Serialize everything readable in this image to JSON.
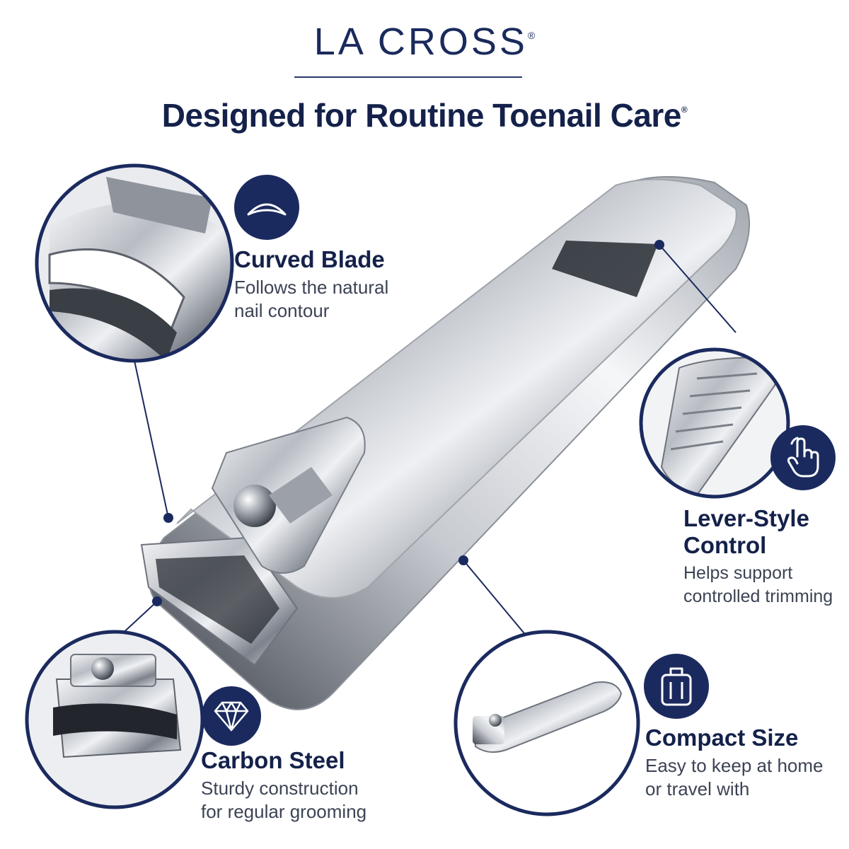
{
  "brand": {
    "name": "LA CROSS",
    "mark": "®"
  },
  "headline": {
    "text": "Designed for Routine Toenail Care",
    "mark": "®"
  },
  "colors": {
    "navy": "#1b2a5e",
    "steel": "#c9ccd2",
    "text": "#14214a"
  },
  "features": [
    {
      "icon": "curved-blade-icon",
      "title": "Curved Blade",
      "line1": "Follows the natural",
      "line2": "nail contour"
    },
    {
      "icon": "pointing-hand-icon",
      "title1": "Lever-Style",
      "title2": "Control",
      "line1": "Helps support",
      "line2": "controlled trimming"
    },
    {
      "icon": "diamond-icon",
      "title": "Carbon Steel",
      "line1": "Sturdy construction",
      "line2": "for regular grooming"
    },
    {
      "icon": "luggage-icon",
      "title": "Compact Size",
      "line1": "Easy to keep at home",
      "line2": "or travel with"
    }
  ]
}
